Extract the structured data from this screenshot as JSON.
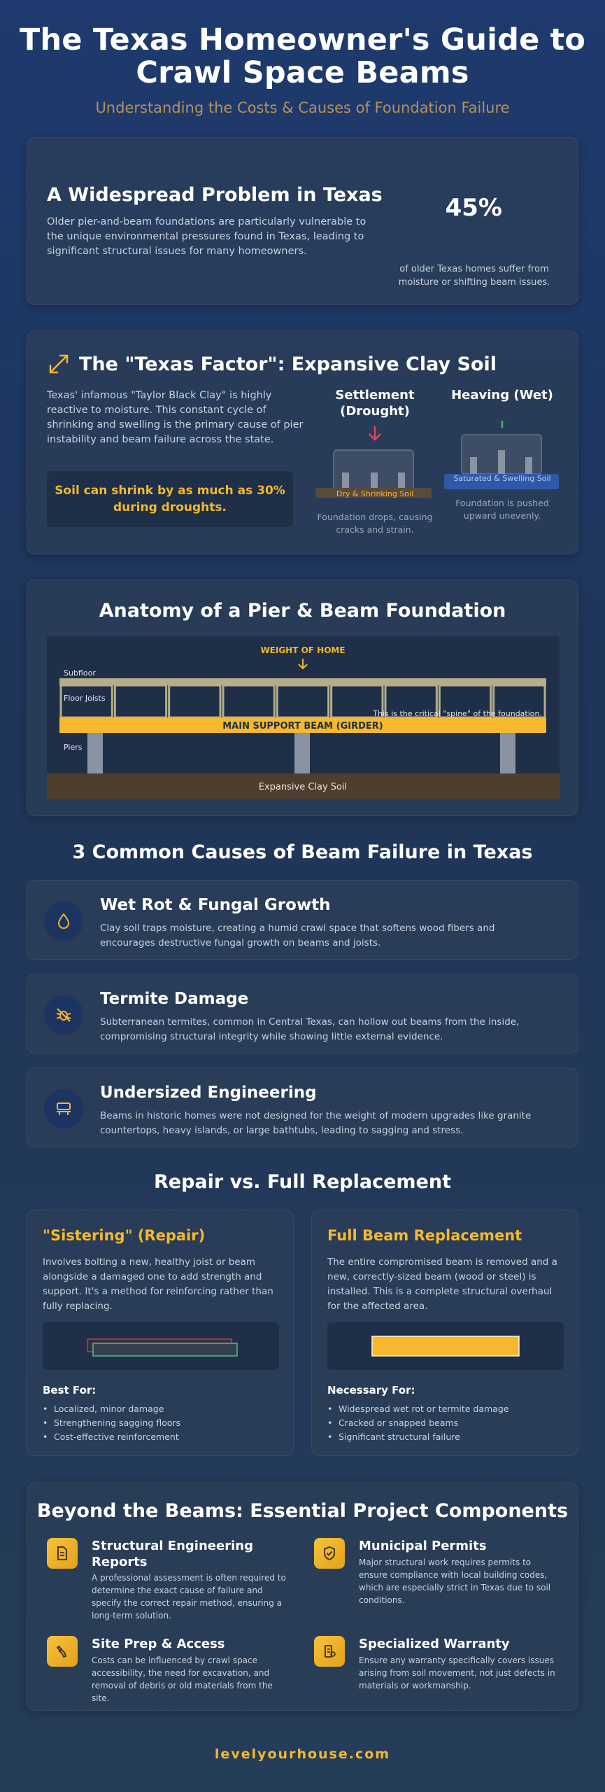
{
  "header": {
    "title": "The Texas Homeowner's Guide to Crawl Space Beams",
    "subtitle": "Understanding the Costs & Causes of Foundation Failure"
  },
  "problem": {
    "heading": "A Widespread Problem in Texas",
    "body": "Older pier-and-beam foundations are particularly vulnerable to the unique environmental pressures found in Texas, leading to significant structural issues for many homeowners.",
    "stat": "45%",
    "stat_desc": "of older Texas homes suffer from moisture or shifting beam issues."
  },
  "texas_factor": {
    "heading": "The \"Texas Factor\": Expansive Clay Soil",
    "body": "Texas' infamous \"Taylor Black Clay\" is highly reactive to moisture. This constant cycle of shrinking and swelling is the primary cause of pier instability and beam failure across the state.",
    "callout": "Soil can shrink by as much as 30% during droughts.",
    "settlement": {
      "title": "Settlement (Drought)",
      "soil_label": "Dry & Shrinking Soil",
      "caption": "Foundation drops, causing cracks and strain."
    },
    "heaving": {
      "title": "Heaving (Wet)",
      "soil_label": "Saturated & Swelling Soil",
      "caption": "Foundation is pushed upward unevenly."
    },
    "colors": {
      "accent": "#f5b82e",
      "down_arrow": "#e0455a",
      "up_arrow": "#3fbf5f",
      "wet_soil": "#2f58a8",
      "dry_soil": "#5a4a3a"
    }
  },
  "anatomy": {
    "heading": "Anatomy of a Pier & Beam Foundation",
    "weight_label": "WEIGHT OF HOME",
    "subfloor_label": "Subfloor",
    "joists_label": "Floor Joists",
    "spine_note": "This is the critical \"spine\" of the foundation.",
    "beam_label": "MAIN SUPPORT BEAM (GIRDER)",
    "piers_label": "Piers",
    "soil_label": "Expansive Clay Soil"
  },
  "causes": {
    "heading": "3 Common Causes of Beam Failure in Texas",
    "items": [
      {
        "icon": "water-drop-icon",
        "title": "Wet Rot & Fungal Growth",
        "desc": "Clay soil traps moisture, creating a humid crawl space that softens wood fibers and encourages destructive fungal growth on beams and joists."
      },
      {
        "icon": "bug-icon",
        "title": "Termite Damage",
        "desc": "Subterranean termites, common in Central Texas, can hollow out beams from the inside, compromising structural integrity while showing little external evidence."
      },
      {
        "icon": "countertop-icon",
        "title": "Undersized Engineering",
        "desc": "Beams in historic homes were not designed for the weight of modern upgrades like granite countertops, heavy islands, or large bathtubs, leading to sagging and stress."
      }
    ]
  },
  "repair": {
    "heading": "Repair vs. Full Replacement",
    "sistering": {
      "title": "\"Sistering\" (Repair)",
      "desc": "Involves bolting a new, healthy joist or beam alongside a damaged one to add strength and support. It's a method for reinforcing rather than fully replacing.",
      "list_title": "Best For:",
      "list": [
        "Localized, minor damage",
        "Strengthening sagging floors",
        "Cost-effective reinforcement"
      ]
    },
    "replacement": {
      "title": "Full Beam Replacement",
      "desc": "The entire compromised beam is removed and a new, correctly-sized beam (wood or steel) is installed. This is a complete structural overhaul for the affected area.",
      "list_title": "Necessary For:",
      "list": [
        "Widespread wet rot or termite damage",
        "Cracked or snapped beams",
        "Significant structural failure"
      ]
    }
  },
  "components": {
    "heading": "Beyond the Beams: Essential Project Components",
    "items": [
      {
        "icon": "document-icon",
        "title": "Structural Engineering Reports",
        "desc": "A professional assessment is often required to determine the exact cause of failure and specify the correct repair method, ensuring a long-term solution."
      },
      {
        "icon": "shield-check-icon",
        "title": "Municipal Permits",
        "desc": "Major structural work requires permits to ensure compliance with local building codes, which are especially strict in Texas due to soil conditions."
      },
      {
        "icon": "hand-tool-icon",
        "title": "Site Prep & Access",
        "desc": "Costs can be influenced by crawl space accessibility, the need for excavation, and removal of debris or old materials from the site."
      },
      {
        "icon": "warranty-icon",
        "title": "Specialized Warranty",
        "desc": "Ensure any warranty specifically covers issues arising from soil movement, not just defects in materials or workmanship."
      }
    ]
  },
  "footer": {
    "site": "levelyourhouse.com"
  }
}
